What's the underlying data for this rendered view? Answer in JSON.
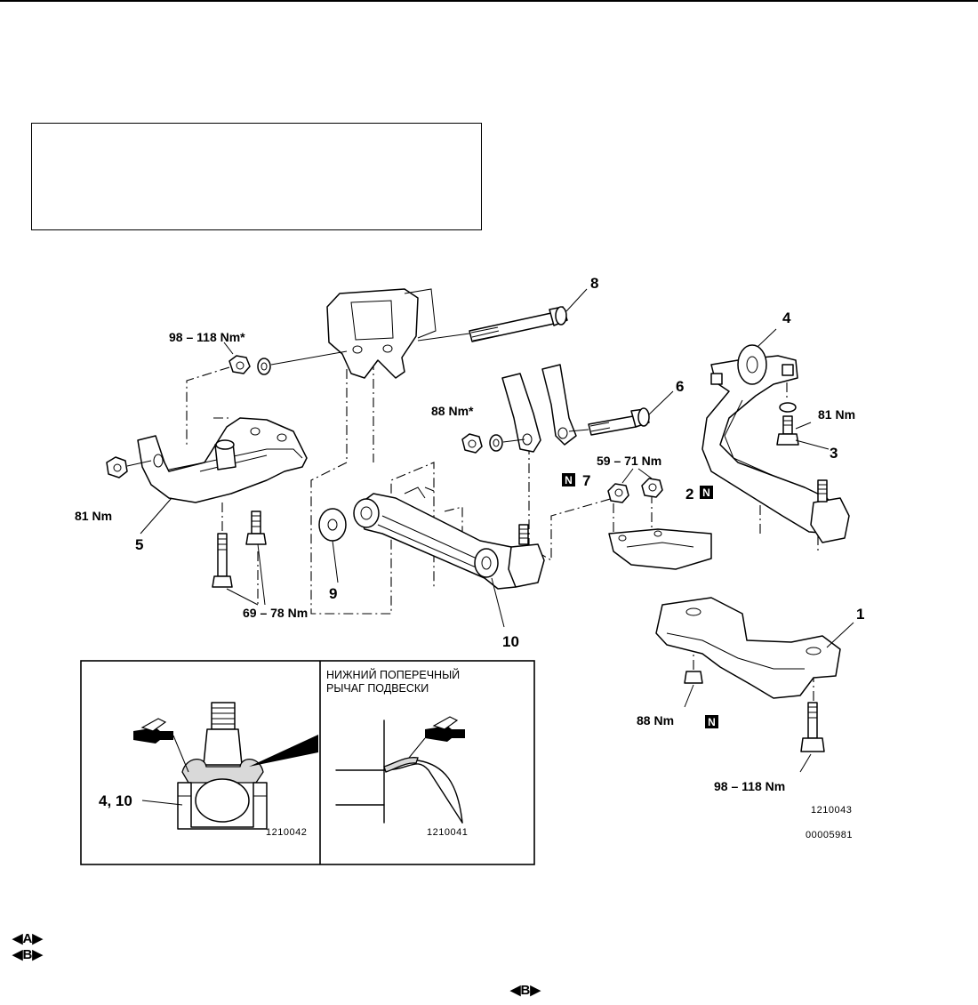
{
  "callouts": {
    "p1": "1",
    "p2": "2",
    "p3": "3",
    "p4": "4",
    "p5": "5",
    "p6": "6",
    "p7": "7",
    "p8": "8",
    "p9": "9",
    "p10": "10"
  },
  "torques": {
    "t_98_118_star": "98 – 118 Nm*",
    "t_88_star": "88 Nm*",
    "t_81_left": "81 Nm",
    "t_81_right": "81 Nm",
    "t_59_71": "59 – 71 Nm",
    "t_69_78": "69 – 78 Nm",
    "t_88": "88 Nm",
    "t_98_118": "98 – 118 Nm"
  },
  "new_part_mark": "N",
  "inset": {
    "label_4_10": "4, 10",
    "caption_line1": "НИЖНИЙ ПОПЕРЕЧНЫЙ",
    "caption_line2": "РЫЧАГ ПОДВЕСКИ",
    "code_left": "1210042",
    "code_right": "1210041"
  },
  "codes": {
    "fig_code": "1210043",
    "doc_code": "00005981"
  },
  "nav": {
    "a": "A",
    "b": "B",
    "b_bottom": "B"
  }
}
